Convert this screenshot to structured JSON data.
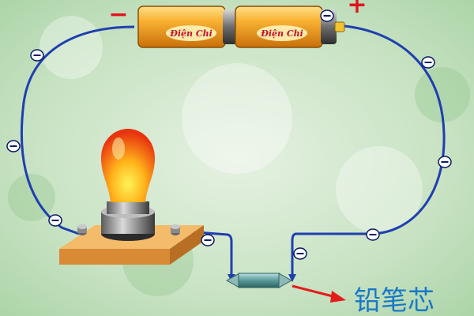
{
  "battery": {
    "left_label": "Điện Chi",
    "right_label": "Điện Chi",
    "negative_sign": "−",
    "positive_sign": "+"
  },
  "caption": "铅笔芯",
  "electron_symbol": "⊖",
  "colors": {
    "wire": "#1f3fb0",
    "battery": "#f7a51e",
    "arrow": "#e41c1c",
    "caption": "#1878c8",
    "background": "#b8d9b4"
  }
}
